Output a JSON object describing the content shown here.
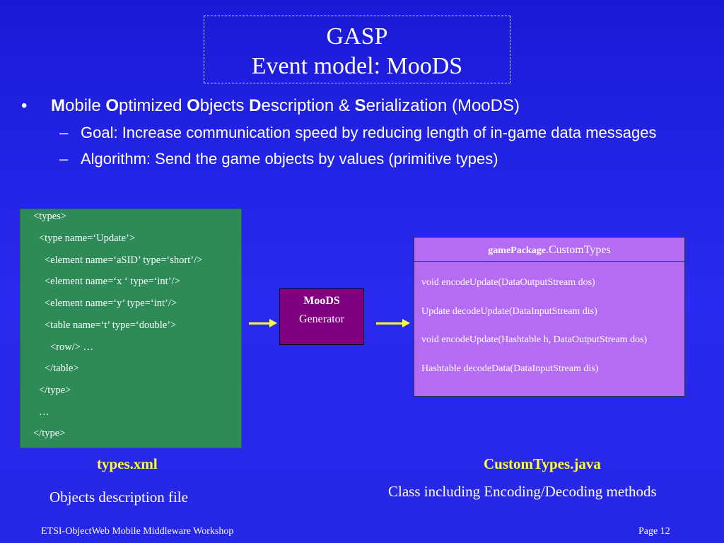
{
  "title": {
    "line1": "GASP",
    "line2": "Event model: MooDS"
  },
  "bullet": {
    "marker": "•",
    "parts": [
      {
        "bold": "M",
        "rest": "obile "
      },
      {
        "bold": "O",
        "rest": "ptimized "
      },
      {
        "bold": "O",
        "rest": "bjects "
      },
      {
        "bold": "D",
        "rest": "escription & "
      },
      {
        "bold": "S",
        "rest": "erialization (MooDS)"
      }
    ],
    "sub": [
      {
        "dash": "–",
        "text": "Goal: Increase communication speed by reducing length of in-game data messages"
      },
      {
        "dash": "–",
        "text": "Algorithm: Send the game objects by values (primitive types)"
      }
    ]
  },
  "xml_lines": [
    "<types>",
    "<type name=‘Update’>",
    "<element name=‘aSID’ type=‘short’/>",
    "<element name=‘x ‘ type=‘int’/>",
    "<element name=‘y’ type=‘int’/>",
    "<table name=‘t’ type=‘double’>",
    "<row/> …",
    "</table>",
    "</type>",
    "…",
    "</type>"
  ],
  "generator": {
    "line1": "MooDS",
    "line2": "Generator"
  },
  "class_box": {
    "package": "gamePackage",
    "class_name": ".CustomTypes",
    "methods": [
      "void encodeUpdate(DataOutputStream dos)",
      "Update decodeUpdate(DataInputStream dis)",
      "void encodeUpdate(Hashtable h, DataOutputStream dos)",
      "Hashtable decodeData(DataInputStream dis)"
    ]
  },
  "captions": {
    "xml_file": "types.xml",
    "xml_desc": "Objects description file",
    "java_file": "CustomTypes.java",
    "java_desc": "Class including Encoding/Decoding methods"
  },
  "footer": {
    "left": "ETSI-ObjectWeb Mobile Middleware Workshop",
    "right": "Page 12"
  },
  "colors": {
    "background": "#2a2af0",
    "xml_box": "#2e8b57",
    "generator_box": "#800080",
    "class_box": "#b56cf5",
    "highlight": "#ffff33"
  }
}
